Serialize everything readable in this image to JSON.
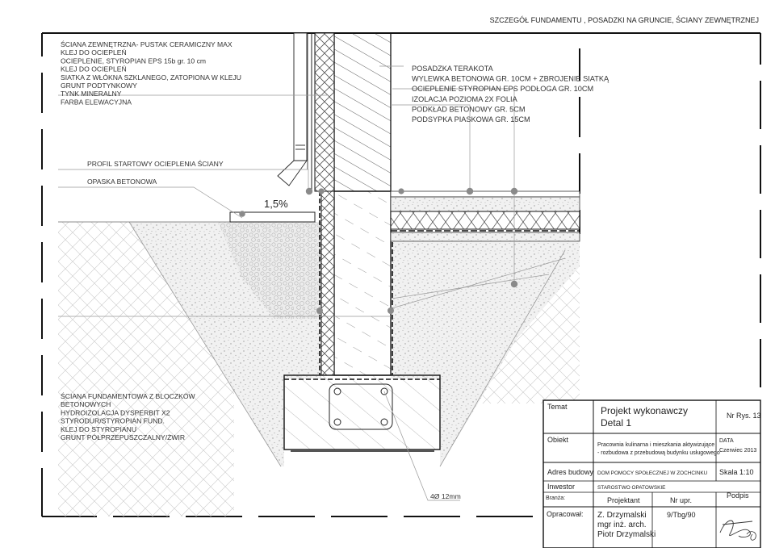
{
  "sheet_title": "SZCZEGÓŁ FUNDAMENTU , POSADZKI NA GRUNCIE, ŚCIANY ZEWNĘTRZNEJ",
  "wall_layers": [
    "ŚCIANA ZEWNĘTRZNA- PUSTAK CERAMICZNY MAX",
    "KLEJ DO OCIEPLEŃ",
    "OCIEPLENIE, STYROPIAN EPS 15b gr. 10 cm",
    "KLEJ DO OCIEPLEŃ",
    "SIATKA Z WŁÓKNA SZKLANEGO, ZATOPIONA W KLEJU",
    "GRUNT PODTYNKOWY",
    "TYNK MINERALNY",
    "FARBA ELEWACYJNA"
  ],
  "floor_layers": [
    "POSADZKA TERAKOTA",
    "WYLEWKA BETONOWA GR. 10CM + ZBROJENIE SIATKĄ",
    "OCIEPLENIE STYROPIAN EPS PODŁOGA GR. 10CM",
    "IZOLACJA POZIOMA 2X FOLIA",
    "PODKŁAD BETONOWY GR. 5CM",
    "PODSYPKA PIASKOWA GR. 15CM"
  ],
  "profile_label": "PROFIL STARTOWY OCIEPLENIA ŚCIANY",
  "apron_label": "OPASKA BETONOWA",
  "slope": "1,5%",
  "foundation_layers": [
    "ŚCIANA FUNDAMENTOWA Z BLOCZKÓW",
    "BETONOWYCH",
    "HYDROIZOLACJA DYSPERBIT X2",
    "STYRODUR/STYROPIAN FUND.",
    "KLEJ DO STYROPIANU",
    "GRUNT PÓŁPRZEPUSZCZALNY/ŻWIR"
  ],
  "rebar_label": "4Ø 12mm",
  "title_block": {
    "temat_label": "Temat",
    "temat_value1": "Projekt wykonawczy",
    "temat_value2": "Detal 1",
    "nr_rys": "Nr Rys. 13",
    "obiekt_label": "Obiekt",
    "obiekt_value1": "Pracownia kulinarna i mieszkania aktywizujące",
    "obiekt_value2": "- rozbudowa z przebudową budynku usługowego",
    "data_label": "DATA",
    "data_value": "Czerwiec 2013",
    "adres_label": "Adres budowy",
    "adres_value": "DOM POMOCY SPOŁECZNEJ W ZOCHCINKU",
    "skala": "Skala 1:10",
    "inwestor_label": "Inwestor",
    "inwestor_value": "STAROSTWO OPATOWSKIE",
    "branza_label": "Branża:",
    "projektant_label": "Projektant",
    "nrupr_label": "Nr upr.",
    "podpis_label": "Podpis",
    "opracowal_label": "Opracował:",
    "opracowal_value1": "Z. Drzymalski",
    "opracowal_value2": "mgr inż. arch.",
    "opracowal_value3": "Piotr Drzymalski",
    "opracowal_nr": "9/Tbg/90"
  }
}
